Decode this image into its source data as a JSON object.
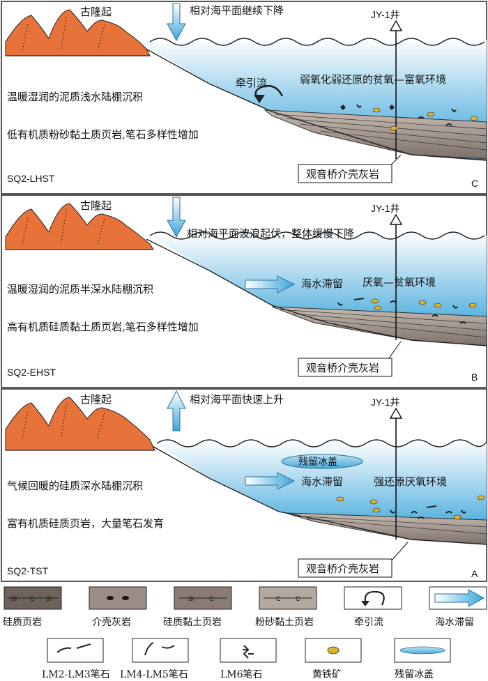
{
  "panels": [
    {
      "id": "C",
      "uplift": "古隆起",
      "sea_level_text": "相对海平面继续下降",
      "sea_level_direction": "down",
      "well": "JY-1井",
      "env_line1": "温暖湿润的泥质浅水陆棚沉积",
      "env_line2": "低有机质粉砂黏土质页岩,笔石多样性增加",
      "sequence": "SQ2-LHST",
      "label": "C",
      "current": "牵引流",
      "redox": "弱氧化弱还原的贫氧—富氧环境",
      "limestone": "观音桥介壳灰岩"
    },
    {
      "id": "B",
      "uplift": "古隆起",
      "sea_level_text": "相对海平面波浪起伏，整体缓慢下降",
      "sea_level_direction": "down",
      "well": "JY-1井",
      "env_line1": "温暖湿润的泥质半深水陆棚沉积",
      "env_line2": "高有机质硅质黏土质页岩,笔石多样性增加",
      "sequence": "SQ2-EHST",
      "label": "B",
      "stagnation": "海水滞留",
      "redox": "厌氧—贫氧环境",
      "limestone": "观音桥介壳灰岩"
    },
    {
      "id": "A",
      "uplift": "古隆起",
      "sea_level_text": "相对海平面快速上升",
      "sea_level_direction": "up",
      "well": "JY-1井",
      "env_line1": "气候回暖的硅质深水陆棚沉积",
      "env_line2": "富有机质硅质页岩，大量笔石发育",
      "sequence": "SQ2-TST",
      "label": "A",
      "ice": "残留冰盖",
      "stagnation": "海水滞留",
      "redox": "强还原厌氧环境",
      "limestone": "观音桥介壳灰岩"
    }
  ],
  "legend": [
    {
      "label": "硅质页岩",
      "icon": "siliceous-shale"
    },
    {
      "label": "介壳灰岩",
      "icon": "shell-limestone"
    },
    {
      "label": "硅质黏土页岩",
      "icon": "siliceous-clay-shale"
    },
    {
      "label": "粉砂黏土页岩",
      "icon": "silty-clay-shale"
    },
    {
      "label": "牵引流",
      "icon": "traction-current"
    },
    {
      "label": "海水滞留",
      "icon": "seawater-stagnation"
    },
    {
      "label": "LM2-LM3笔石",
      "icon": "graptolite-lm2-lm3"
    },
    {
      "label": "LM4-LM5笔石",
      "icon": "graptolite-lm4-lm5"
    },
    {
      "label": "LM6笔石",
      "icon": "graptolite-lm6"
    },
    {
      "label": "黄铁矿",
      "icon": "pyrite"
    },
    {
      "label": "残留冰盖",
      "icon": "residual-ice-cap"
    }
  ],
  "legend_swatch_text": {
    "si": "Si",
    "c": "C"
  },
  "colors": {
    "uplift": "#e8733a",
    "sea_top": "#ffffff",
    "sea_bottom": "#2f9fd8",
    "sediment": "#a89a90",
    "sediment_dark": "#6e625b",
    "arrow": "#4fb3e0",
    "pyrite": "#e0b12a"
  }
}
